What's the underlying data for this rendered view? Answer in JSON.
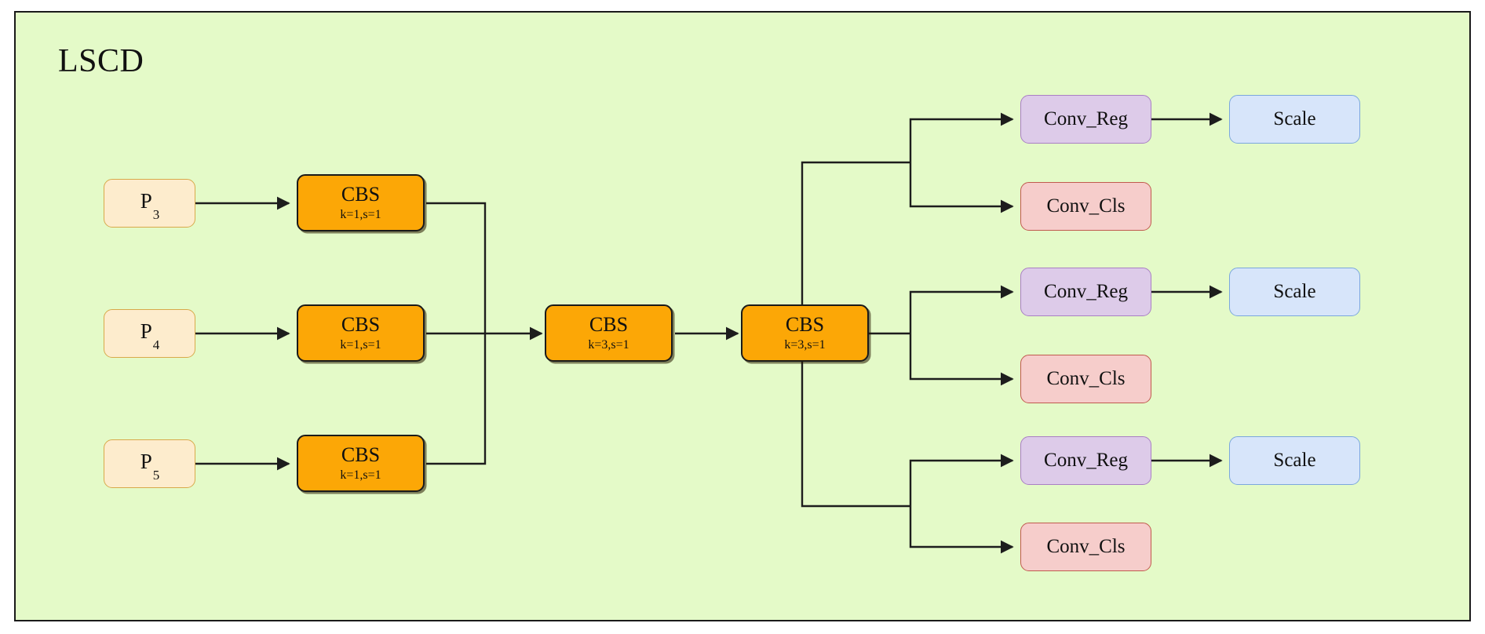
{
  "module": {
    "title": "LSCD",
    "background_color": "#e4fac8",
    "border_color": "#1a1a1a"
  },
  "colors": {
    "panel_bg": "#e4fac8",
    "input_fill": "#fdeccd",
    "input_border": "#d8a94a",
    "cbs_fill": "#fca706",
    "cbs_border": "#1a1a1a",
    "reg_fill": "#ddcbe9",
    "reg_border": "#a97fc4",
    "cls_fill": "#f6cdcb",
    "cls_border": "#c05a4e",
    "scale_fill": "#d7e5fa",
    "scale_border": "#7ba7dd",
    "edge": "#1d1d1d"
  },
  "inputs": [
    {
      "label": "P",
      "subscript": "3"
    },
    {
      "label": "P",
      "subscript": "4"
    },
    {
      "label": "P",
      "subscript": "5"
    }
  ],
  "stem_convs": [
    {
      "title": "CBS",
      "params": "k=1,s=1"
    },
    {
      "title": "CBS",
      "params": "k=1,s=1"
    },
    {
      "title": "CBS",
      "params": "k=1,s=1"
    }
  ],
  "shared_convs": [
    {
      "title": "CBS",
      "params": "k=3,s=1"
    },
    {
      "title": "CBS",
      "params": "k=3,s=1"
    }
  ],
  "heads": [
    {
      "reg": "Conv_Reg",
      "cls": "Conv_Cls",
      "scale": "Scale"
    },
    {
      "reg": "Conv_Reg",
      "cls": "Conv_Cls",
      "scale": "Scale"
    },
    {
      "reg": "Conv_Reg",
      "cls": "Conv_Cls",
      "scale": "Scale"
    }
  ]
}
